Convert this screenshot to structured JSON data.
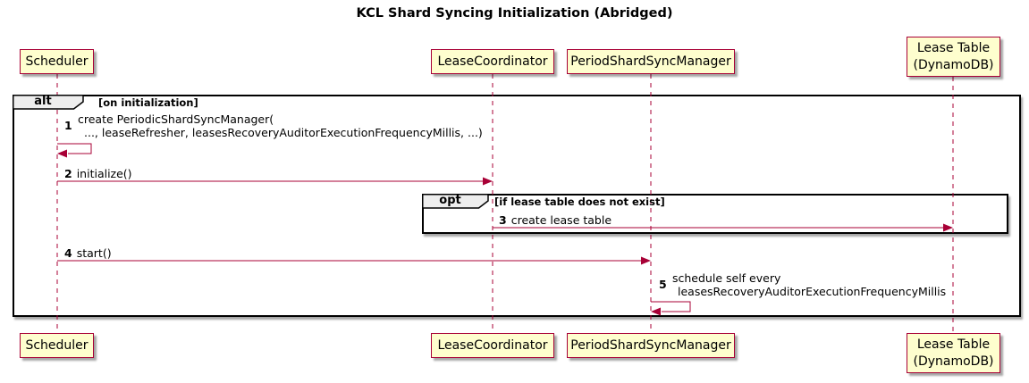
{
  "title": "KCL Shard Syncing Initialization (Abridged)",
  "colors": {
    "participant_fill": "#FEFECE",
    "accent": "#A80036",
    "frame_border": "#000000",
    "frame_label_fill": "#EEEEEE",
    "background": "#FFFFFF"
  },
  "participants": [
    {
      "name": "Scheduler",
      "lines": [
        "Scheduler"
      ]
    },
    {
      "name": "LeaseCoordinator",
      "lines": [
        "LeaseCoordinator"
      ]
    },
    {
      "name": "PeriodShardSyncManager",
      "lines": [
        "PeriodShardSyncManager"
      ]
    },
    {
      "name": "Lease Table (DynamoDB)",
      "lines": [
        "Lease Table",
        "(DynamoDB)"
      ]
    }
  ],
  "frames": [
    {
      "type": "alt",
      "label": "alt",
      "condition": "[on initialization]"
    },
    {
      "type": "opt",
      "label": "opt",
      "condition": "[if lease table does not exist]"
    }
  ],
  "messages": [
    {
      "num": "1",
      "kind": "self",
      "from": "Scheduler",
      "to": "Scheduler",
      "lines": [
        "create PeriodicShardSyncManager(",
        "..., leaseRefresher, leasesRecoveryAuditorExecutionFrequencyMillis, ...)"
      ]
    },
    {
      "num": "2",
      "kind": "sync",
      "from": "Scheduler",
      "to": "LeaseCoordinator",
      "lines": [
        "initialize()"
      ]
    },
    {
      "num": "3",
      "kind": "sync",
      "from": "LeaseCoordinator",
      "to": "Lease Table (DynamoDB)",
      "lines": [
        "create lease table"
      ]
    },
    {
      "num": "4",
      "kind": "sync",
      "from": "Scheduler",
      "to": "PeriodShardSyncManager",
      "lines": [
        "start()"
      ]
    },
    {
      "num": "5",
      "kind": "self",
      "from": "PeriodShardSyncManager",
      "to": "PeriodShardSyncManager",
      "lines": [
        "schedule self every",
        "leasesRecoveryAuditorExecutionFrequencyMillis"
      ]
    }
  ]
}
